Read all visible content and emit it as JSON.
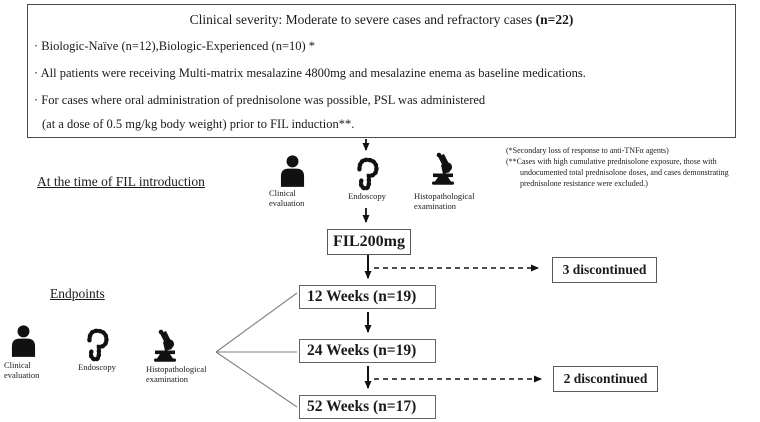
{
  "top_box": {
    "title": "Clinical severity: Moderate to severe cases and refractory cases ",
    "title_bold": "(n=22)",
    "bullets": [
      "· Biologic-Naïve (n=12),Biologic-Experienced (n=10) *",
      "· All patients were receiving Multi-matrix mesalazine 4800mg and mesalazine enema as baseline medications.",
      "· For cases where oral administration of prednisolone was possible, PSL was administered"
    ],
    "continuation": "(at a dose of 0.5 mg/kg body weight) prior to FIL induction**."
  },
  "sections": {
    "fil_introduction": "At the time of FIL introduction",
    "endpoints": "Endpoints"
  },
  "footnotes": {
    "line1": "(*Secondary loss of response to anti-TNFα agents)",
    "line2": "(**Cases with high cumulative prednisolone exposure, those with",
    "line3": "undocumented total prednisolone doses, and cases demonstrating",
    "line4": "prednisolone resistance were excluded.)"
  },
  "assessments": {
    "clinical": "Clinical evaluation",
    "endoscopy": "Endoscopy",
    "histopathology": "Histopathological examination"
  },
  "flow": {
    "fil_box": "FIL200mg",
    "discontinued_1": "3 discontinued",
    "week12": "12 Weeks (n=19)",
    "week24": "24 Weeks (n=19)",
    "discontinued_2": "2 discontinued",
    "week52": "52 Weeks (n=17)"
  },
  "colors": {
    "text": "#1a1a1a",
    "box_border": "#4a4a4a",
    "arrow": "#111111",
    "fan_line": "#808080",
    "background": "#ffffff"
  }
}
